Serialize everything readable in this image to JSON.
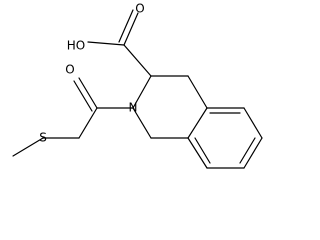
{
  "labels": {
    "hydroxyl": "HO",
    "carbonyl_acid_oxygen": "O",
    "amide_oxygen": "O",
    "nitrogen": "N",
    "sulfur": "S"
  },
  "colors": {
    "stroke": "#000000",
    "background": "#ffffff"
  }
}
